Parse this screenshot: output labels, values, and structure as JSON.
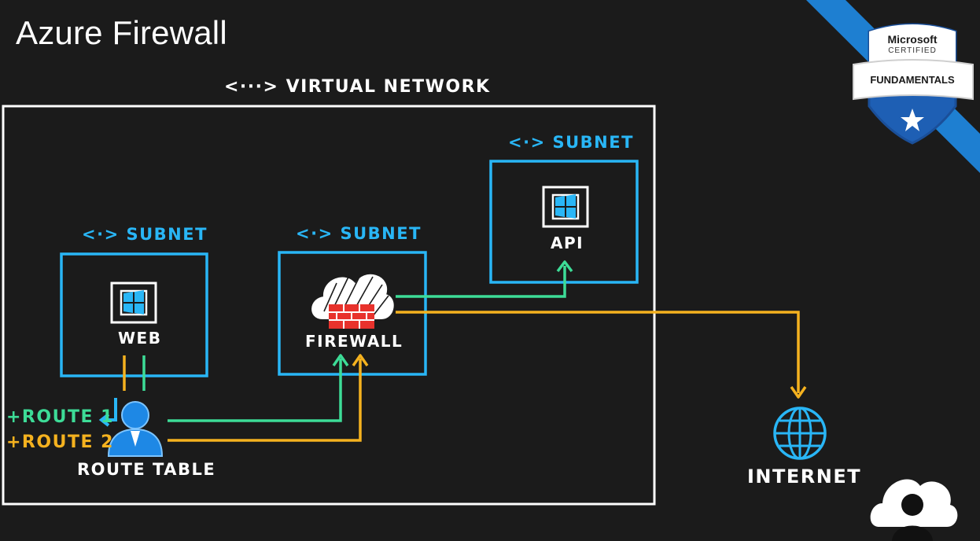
{
  "title": "Azure Firewall",
  "virtual_network": {
    "label": "<···> VIRTUAL NETWORK"
  },
  "subnets": {
    "web": {
      "label": "<·> SUBNET",
      "node": "WEB"
    },
    "firewall": {
      "label": "<·> SUBNET",
      "node": "FIREWALL"
    },
    "api": {
      "label": "<·> SUBNET",
      "node": "API"
    }
  },
  "route_table": {
    "label": "ROUTE TABLE",
    "route1": "+ROUTE 1",
    "route2": "+ROUTE 2"
  },
  "internet": {
    "label": "INTERNET"
  },
  "badge": {
    "line1": "Microsoft",
    "line2": "CERTIFIED",
    "line3": "FUNDAMENTALS"
  },
  "colors": {
    "background": "#1b1b1b",
    "subnet_border": "#29b6f6",
    "route1": "#3ddc97",
    "route2": "#f5b21f",
    "firewall_red": "#e8322c",
    "accent_blue": "#1e88e5"
  },
  "icons": [
    "vm-icon",
    "cloud-icon",
    "firewall-icon",
    "user-icon",
    "globe-icon",
    "certification-badge-icon",
    "presenter-avatar-icon"
  ]
}
